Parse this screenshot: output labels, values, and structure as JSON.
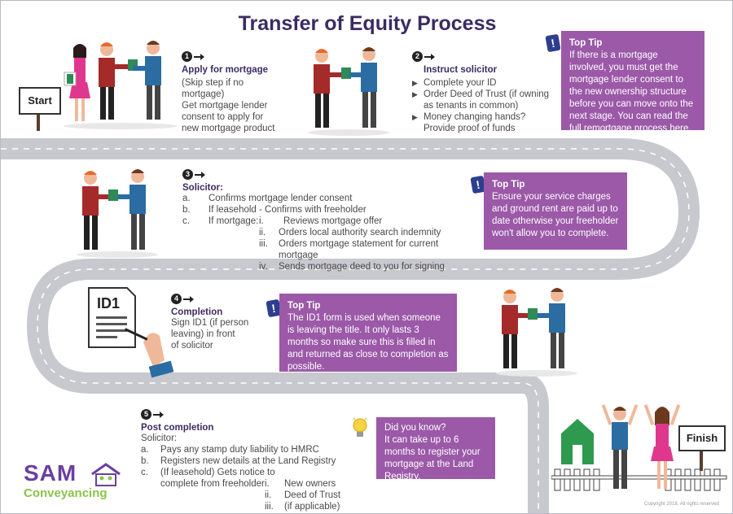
{
  "title": "Transfer of Equity Process",
  "start_label": "Start",
  "finish_label": "Finish",
  "step1": {
    "num": "1",
    "heading": "Apply for mortgage",
    "lines": [
      "(Skip step if no mortgage)",
      "Get mortgage lender",
      "consent to apply for",
      "new mortgage product"
    ]
  },
  "step2": {
    "num": "2",
    "heading": "Instruct solicitor",
    "items": [
      "Complete your ID",
      "Order Deed of Trust (if owning",
      "as tenants in common)",
      "Money changing hands?",
      "Provide proof of funds"
    ]
  },
  "tip1": {
    "icon": "!",
    "title": "Top Tip",
    "text": "If there is a mortgage involved, you must get the mortgage lender consent to the new ownership structure before you can move onto the next stage. You can read the full remortgage process here."
  },
  "step3": {
    "num": "3",
    "heading": "Solicitor:",
    "a_key": "a.",
    "a": "Confirms mortgage lender consent",
    "b_key": "b.",
    "b": "If leasehold - Confirms with freeholder",
    "c_key": "c.",
    "c": "If mortgage:",
    "sub": [
      {
        "k": "i.",
        "t": "Reviews mortgage offer"
      },
      {
        "k": "ii.",
        "t": "Orders local authority search indemnity"
      },
      {
        "k": "iii.",
        "t": "Orders mortgage statement for current mortgage"
      },
      {
        "k": "iv.",
        "t": "Sends mortgage deed to you for signing"
      }
    ]
  },
  "tip2": {
    "icon": "!",
    "title": "Top Tip",
    "text": "Ensure your service charges and ground rent are paid up to date otherwise your freeholder won't allow you to complete."
  },
  "step4": {
    "num": "4",
    "heading": "Completion",
    "lines": [
      "Sign ID1 (if person",
      "leaving) in front",
      "of solicitor"
    ],
    "form_label": "ID1"
  },
  "tip3": {
    "icon": "!",
    "title": "Top Tip",
    "text": "The ID1 form is used when someone is leaving the title. It only lasts 3 months so make sure this is filled in and returned as close to completion as possible."
  },
  "step5": {
    "num": "5",
    "heading": "Post completion",
    "sub_heading": "Solicitor:",
    "a_key": "a.",
    "a": "Pays any stamp duty liability to HMRC",
    "b_key": "b.",
    "b": "Registers new details at the Land Registry",
    "c_key": "c.",
    "c1": "(If leasehold) Gets notice to",
    "c2": "complete from freeholder",
    "sub": [
      {
        "k": "i.",
        "t": "New owners"
      },
      {
        "k": "ii.",
        "t": "Deed of Trust"
      },
      {
        "k": "iii.",
        "t": "(if applicable) mortgage"
      }
    ]
  },
  "tip4": {
    "title": "Did you know?",
    "text": "It can take up to 6 months to register your mortgage at the Land Registry."
  },
  "logo": {
    "sam": "SAM",
    "conveyancing": "Conveyancing"
  },
  "copyright": "Copyright 2018. All rights reserved",
  "colors": {
    "purple_box": "#9b59a8",
    "title": "#3b2b63",
    "road": "#c8c8cf",
    "logo_purple": "#6b3fa0",
    "logo_green": "#8bc34a"
  }
}
